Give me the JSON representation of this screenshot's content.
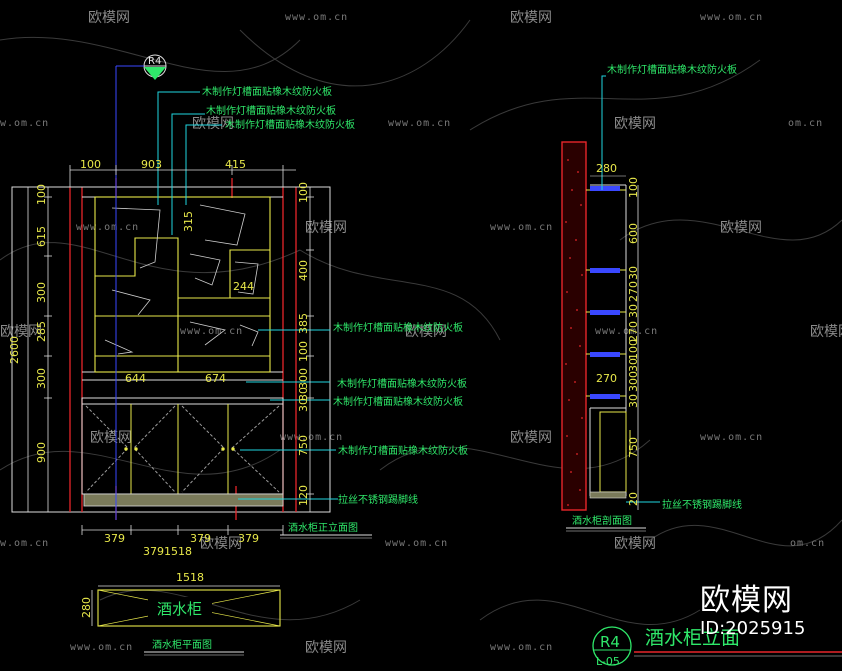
{
  "watermark": {
    "brand_cn": "欧模网",
    "site": "www.om.cn",
    "site_short": "www.om.cn",
    "site_cut": "om.cn",
    "site_left_cut": "w.om.cn"
  },
  "elevation": {
    "ref_tag": "R4",
    "top_dims": [
      "100",
      "903",
      "415"
    ],
    "dim_315": "315",
    "dim_244": "244",
    "dim_644": "644",
    "dim_674": "674",
    "bottom_dims": [
      "379",
      "379",
      "379"
    ],
    "dim_3791518": "3791518",
    "left_dims": [
      "100",
      "615",
      "300",
      "285",
      "300",
      "900"
    ],
    "left_total": "2600",
    "right_dims": [
      "100",
      "400",
      "385",
      "100",
      "300",
      "30",
      "750",
      "120"
    ],
    "right_dims_30b": "30",
    "notes": [
      "木制作灯槽面贴橡木纹防火板",
      "木制作灯槽面贴橡木纹防火板",
      "木制作灯槽面贴橡木纹防火板",
      "木制作灯槽面贴橡木纹防火板",
      "木制作灯槽面贴橡木纹防火板",
      "木制作灯槽面贴橡木纹防火板",
      "木制作灯槽面贴橡木纹防火板"
    ],
    "kick_note": "拉丝不锈钢踢脚线",
    "title": "酒水柜正立面图"
  },
  "plan": {
    "width_dim": "1518",
    "depth_dim": "280",
    "label": "酒水柜",
    "title": "酒水柜平面图"
  },
  "section": {
    "note_top": "木制作灯槽面贴橡木纹防火板",
    "dim_280": "280",
    "dim_270": "270",
    "right_dims": [
      "100",
      "600",
      "30",
      "270",
      "30",
      "270",
      "100",
      "30",
      "300",
      "30",
      "750",
      "20"
    ],
    "kick_note": "拉丝不锈钢踢脚线",
    "title": "酒水柜剖面图"
  },
  "title_block": {
    "ref": "R4",
    "sheet": "L-05",
    "title": "酒水柜立面",
    "brand": "欧模网",
    "id": "ID:2025915"
  },
  "colors": {
    "dim": "#e8e84a",
    "note": "#2fe86a",
    "leader": "#1fd6e0",
    "red": "#e8262a",
    "blue": "#3a48ff",
    "white": "#dddddd"
  }
}
